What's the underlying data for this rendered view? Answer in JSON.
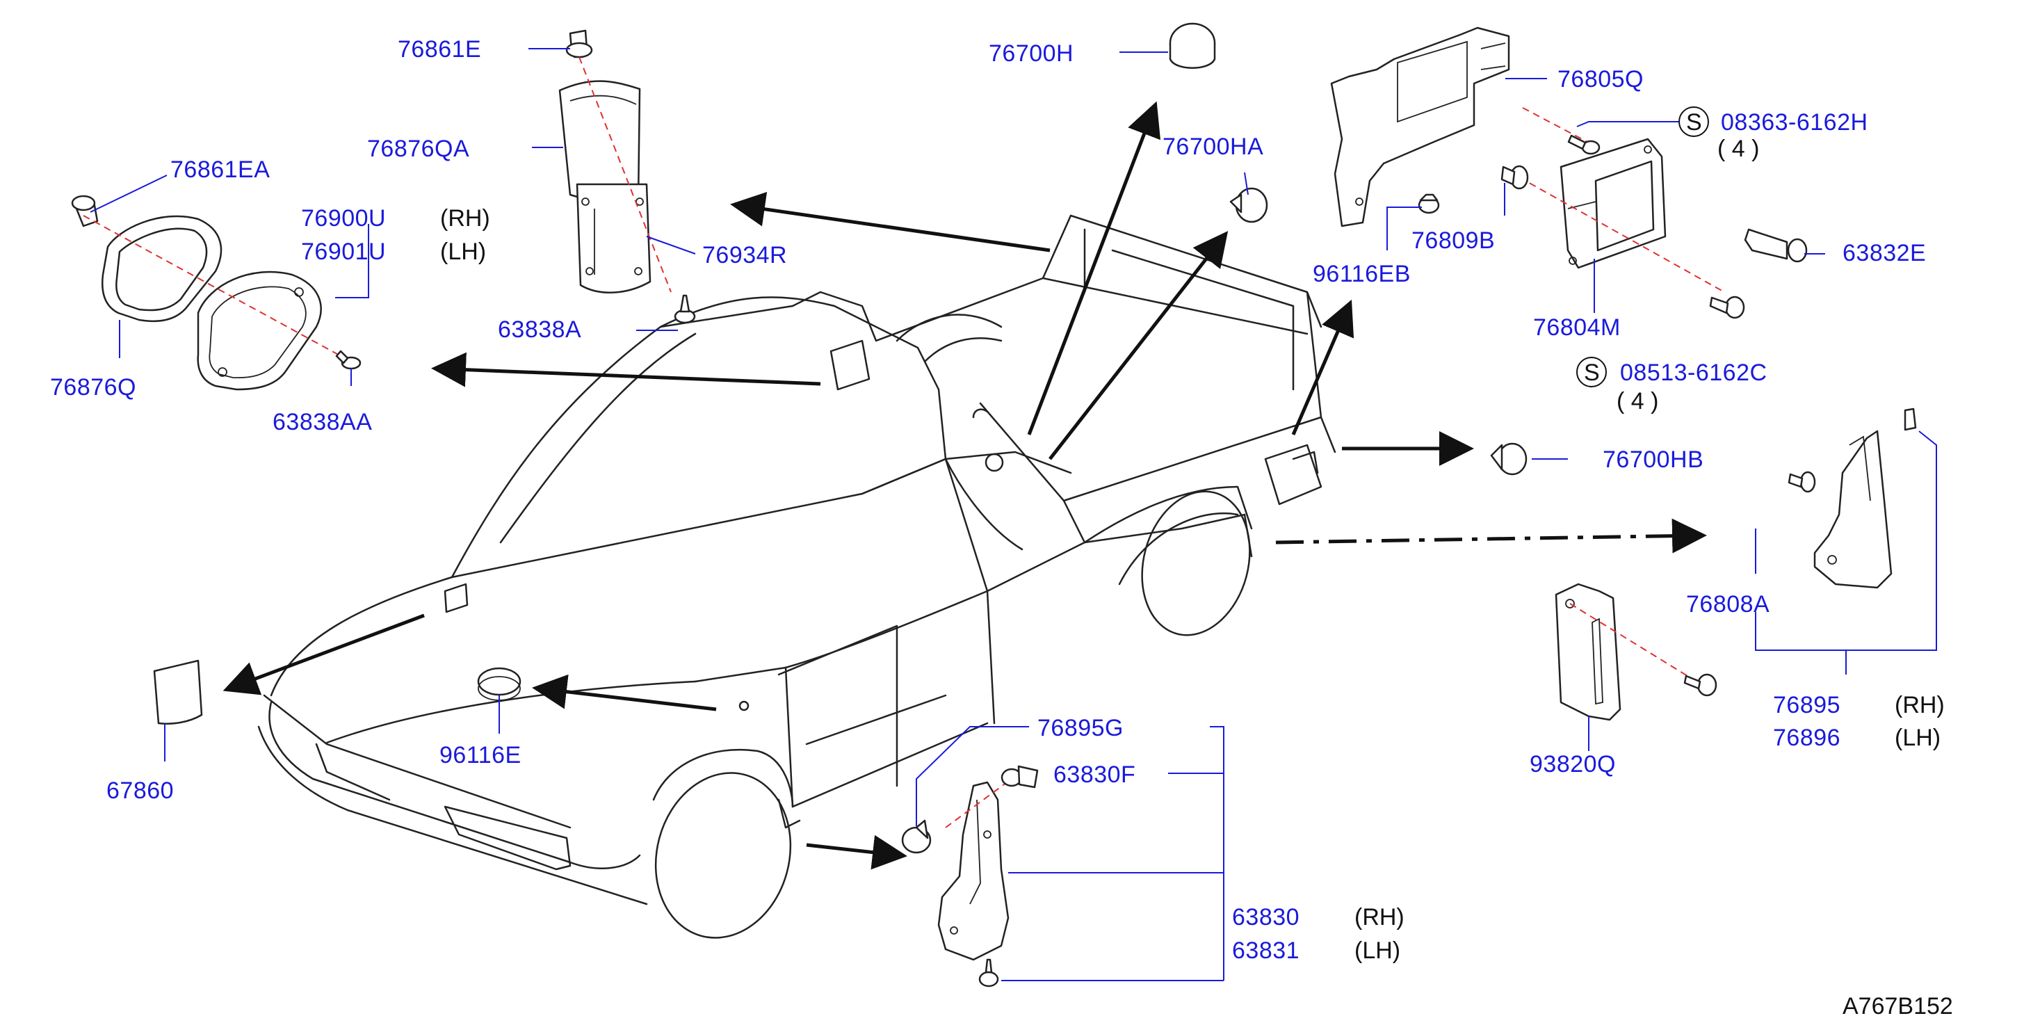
{
  "diagram_id": "A767B152",
  "parts": {
    "p76861E": "76861E",
    "p76700H": "76700H",
    "p76805Q": "76805Q",
    "p76876QA": "76876QA",
    "p76861EA": "76861EA",
    "p76700HA": "76700HA",
    "p76900U": "76900U",
    "p76901U": "76901U",
    "p76934R": "76934R",
    "p63838A": "63838A",
    "p76876Q": "76876Q",
    "p63838AA": "63838AA",
    "p08363": "08363-6162H",
    "p76809B": "76809B",
    "p96116EB": "96116EB",
    "p63832E": "63832E",
    "p76804M": "76804M",
    "p08513": "08513-6162C",
    "p76700HB": "76700HB",
    "p76808A": "76808A",
    "p76895": "76895",
    "p76896": "76896",
    "p93820Q": "93820Q",
    "p67860": "67860",
    "p96116E": "96116E",
    "p76895G": "76895G",
    "p63830F": "63830F",
    "p63830": "63830",
    "p63831": "63831"
  },
  "side": {
    "rh": "(RH)",
    "lh": "(LH)"
  },
  "qty": {
    "four": "( 4 )",
    "s": "S"
  }
}
